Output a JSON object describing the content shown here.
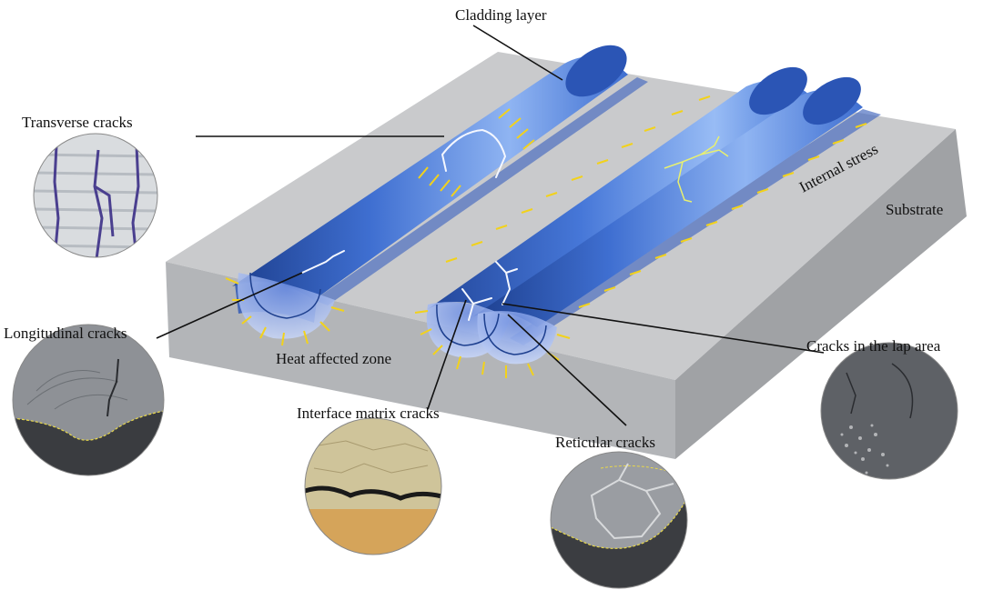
{
  "labels": {
    "cladding_layer": "Cladding layer",
    "transverse_cracks": "Transverse cracks",
    "internal_stress": "Internal stress",
    "substrate": "Substrate",
    "longitudinal_cracks": "Longitudinal cracks",
    "heat_affected_zone": "Heat affected zone",
    "cracks_in_lap_area": "Cracks in the lap area",
    "interface_matrix_cracks": "Interface matrix cracks",
    "reticular_cracks": "Reticular cracks"
  },
  "colors": {
    "bead": "#3f6fd1",
    "bead_highlight": "#9ec0f5",
    "bead_shadow": "#1d3f8e",
    "substrate_top": "#c9cacc",
    "substrate_front": "#b0b2b5",
    "substrate_side": "#9c9ea1",
    "stress_arrow": "#f2d21b",
    "crack": "#f4f7ff",
    "haz": "#a9bdf0"
  }
}
